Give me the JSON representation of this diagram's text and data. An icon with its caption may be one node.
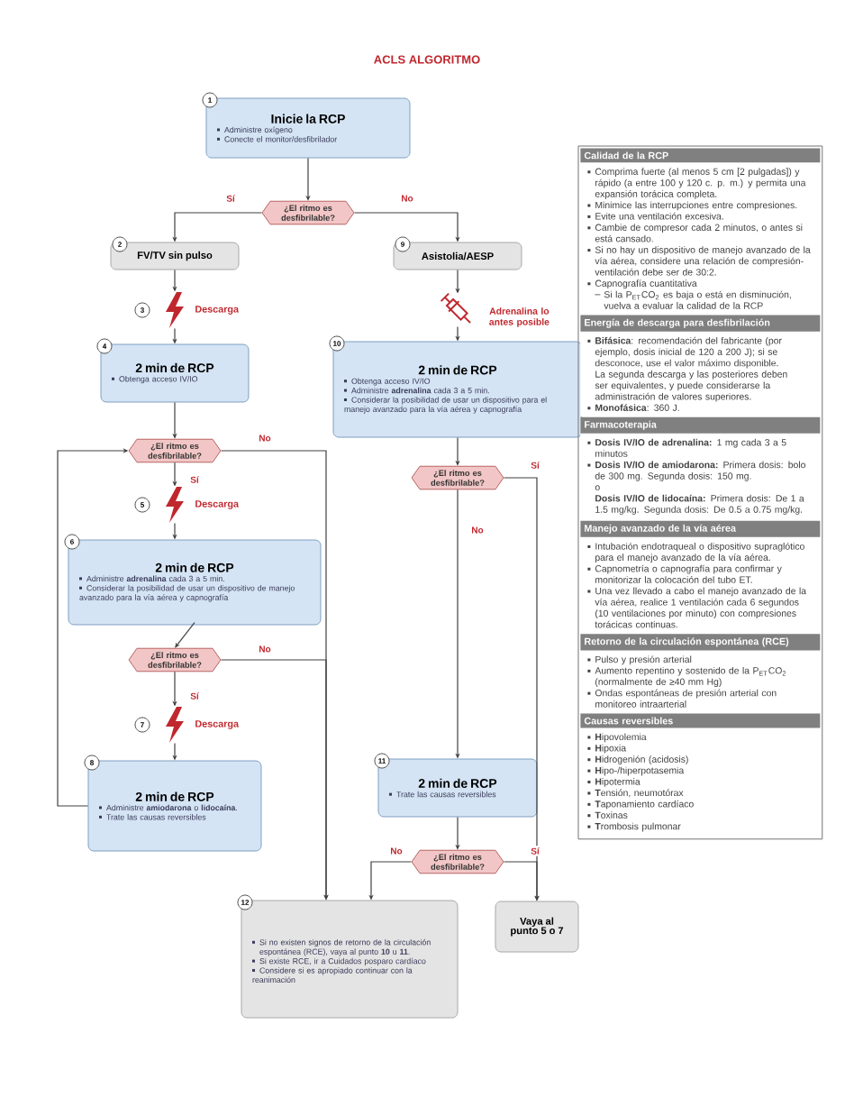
{
  "diagram": {
    "title": "ACLS ALGORITMO",
    "nodes": [
      {
        "text": [
          "1",
          "Inicie la RCP",
          "Administre oxígeno",
          "Conecte el monitor/desfibrilador"
        ]
      },
      {
        "text": [
          "¿El ritmo es desfibrilable?"
        ]
      },
      {
        "text": [
          "2",
          "FV/TV sin pulso"
        ]
      },
      {
        "text": [
          "9",
          "Asistolia/AESP"
        ]
      },
      {
        "text": [
          "3",
          "Descarga"
        ]
      },
      {
        "text": [
          "Adrenalina lo antes posible"
        ]
      },
      {
        "text": [
          "4",
          "2 min de RCP",
          "Obtenga acceso IV/IO"
        ]
      },
      {
        "text": [
          "10",
          "2 min de RCP",
          "Obtenga acceso IV/IO",
          "Administre **adrenalina** cada 3 a 5 min.",
          "Considerar la posibilidad de usar un dispositivo para el manejo avanzado para la vía aérea y capnografía"
        ]
      },
      {
        "text": [
          "¿El ritmo es desfibrilable?"
        ]
      },
      {
        "text": [
          "¿El ritmo es desfibrilable?"
        ]
      },
      {
        "text": [
          "5",
          "Descarga"
        ]
      },
      {
        "text": [
          "6",
          "2 min de RCP",
          "Administre **adrenalina** cada 3 a 5 min.",
          "Considerar la posibilidad de usar un dispositivo de manejo avanzado para la vía aérea y capnografía"
        ]
      },
      {
        "text": [
          "¿El ritmo es desfibrilable?"
        ]
      },
      {
        "text": [
          "7",
          "Descarga"
        ]
      },
      {
        "text": [
          "8",
          "2 min de RCP",
          "Administre **amiodarona** o **lidocaína**.",
          "Trate las causas reversibles"
        ]
      },
      {
        "text": [
          "11",
          "2 min de RCP",
          "Trate las causas reversibles"
        ]
      },
      {
        "text": [
          "¿El ritmo es desfibrilable?"
        ]
      },
      {
        "text": [
          "12",
          "Si no existen signos de retorno de la circulación espontánea (RCE), vaya al punto **10** u **11**.",
          "Si existe RCE, ir a Cuidados posparo cardíaco",
          "Considere si es apropiado continuar con la reanimación"
        ]
      },
      {
        "text": [
          "Vaya al punto 5 o 7"
        ]
      },
      {
        "text": [
          "Calidad de la RCP",
          "Comprima fuerte (al menos 5 cm [2 pulgadas]) y rápido (a entre 100 y 120 c. p. m.) y permita una expansión torácica completa.",
          "Minimice las interrupciones entre compresiones.",
          "Evite una ventilación excesiva.",
          "Cambie de compresor cada 2 minutos, o antes si está cansado.",
          "Si no hay un dispositivo de manejo avanzado de la vía aérea, considere una relación de compresión-ventilación debe ser de 30:2.",
          "Capnografía cuantitativa",
          "Si la P$_{ET}$CO$_{2}$ es baja o está en disminución, vuelva a evaluar la calidad de la RCP"
        ]
      },
      {
        "text": [
          "Energía de descarga para desfibrilación",
          "**Bifásica**: recomendación del fabricante (por ejemplo, dosis inicial de 120 a 200 J); si se desconoce, use el valor máximo disponible. La segunda descarga y las posteriores deben ser equivalentes, y puede considerarse la administración de valores superiores.",
          "**Monofásica**: 360 J."
        ]
      },
      {
        "text": [
          "Farmacoterapia",
          "**Dosis IV/IO de adrenalina:** 1 mg cada 3 a 5 minutos",
          "**Dosis IV/IO de amiodarona:** Primera dosis: bolo de 300 mg. Segunda dosis: 150 mg.",
          "o",
          "**Dosis IV/IO de lidocaína:** Primera dosis: De 1 a 1.5 mg/kg. Segunda dosis: De 0.5 a 0.75 mg/kg."
        ]
      },
      {
        "text": [
          "Manejo avanzado de la vía aérea",
          "Intubación endotraqueal o dispositivo supraglótico para el manejo avanzado de la vía aérea.",
          "Capnometría o capnografía para confirmar y monitorizar la colocación del tubo ET.",
          "Una vez llevado a cabo el manejo avanzado de la vía aérea, realice 1 ventilación cada 6 segundos (10 ventilaciones por minuto) con compresiones torácicas continuas."
        ]
      },
      {
        "text": [
          "Retorno de la circulación espontánea (RCE)",
          "Pulso y presión arterial",
          "Aumento repentino y sostenido de la P$_{ET}$CO$_{2}$ (normalmente de ≥40 mm Hg)",
          "Ondas espontáneas de presión arterial con monitoreo intraarterial"
        ]
      },
      {
        "text": [
          "Causas reversibles",
          "**H**ipovolemia",
          "**H**ipoxia",
          "**H**idrogenión (acidosis)",
          "**H**ipo-/hiperpotasemia",
          "**H**ipotermia",
          "**T**ensión, neumotórax",
          "**T**aponamiento cardíaco",
          "**T**oxinas",
          "**T**rombosis pulmonar"
        ]
      }
    ],
    "edges": [
      {
        "from": 0,
        "to": 1,
        "arrow": "to"
      },
      {
        "from": 1,
        "to": 2,
        "arrow": "to",
        "label": "Sí"
      },
      {
        "from": 1,
        "to": 3,
        "arrow": "to",
        "label": "No"
      },
      {
        "from": 2,
        "to": 4,
        "arrow": "to"
      },
      {
        "from": 4,
        "to": 6,
        "arrow": "to"
      },
      {
        "from": 3,
        "to": 5,
        "arrow": "to"
      },
      {
        "from": 5,
        "to": 7,
        "arrow": "to"
      },
      {
        "from": 6,
        "to": 8,
        "arrow": "to"
      },
      {
        "from": 8,
        "to": 10,
        "arrow": "to",
        "label": "Sí"
      },
      {
        "from": 8,
        "to": 17,
        "arrow": "to",
        "label": "No"
      },
      {
        "from": 10,
        "to": 11,
        "arrow": "to"
      },
      {
        "from": 11,
        "to": 12,
        "arrow": "to"
      },
      {
        "from": 12,
        "to": 13,
        "arrow": "to",
        "label": "Sí"
      },
      {
        "from": 13,
        "to": 14,
        "arrow": "to"
      },
      {
        "from": 12,
        "to": 17,
        "arrow": "to",
        "label": "No"
      },
      {
        "from": 14,
        "to": 8,
        "arrow": "to"
      },
      {
        "from": 7,
        "to": 9,
        "arrow": "to"
      },
      {
        "from": 9,
        "to": 18,
        "arrow": "to",
        "label": "Sí"
      },
      {
        "from": 9,
        "to": 15,
        "arrow": "to",
        "label": "No"
      },
      {
        "from": 15,
        "to": 16,
        "arrow": "to"
      },
      {
        "from": 16,
        "to": 17,
        "arrow": "to",
        "label": "No"
      },
      {
        "from": 16,
        "to": 18,
        "arrow": "to",
        "label": "Sí"
      }
    ]
  }
}
